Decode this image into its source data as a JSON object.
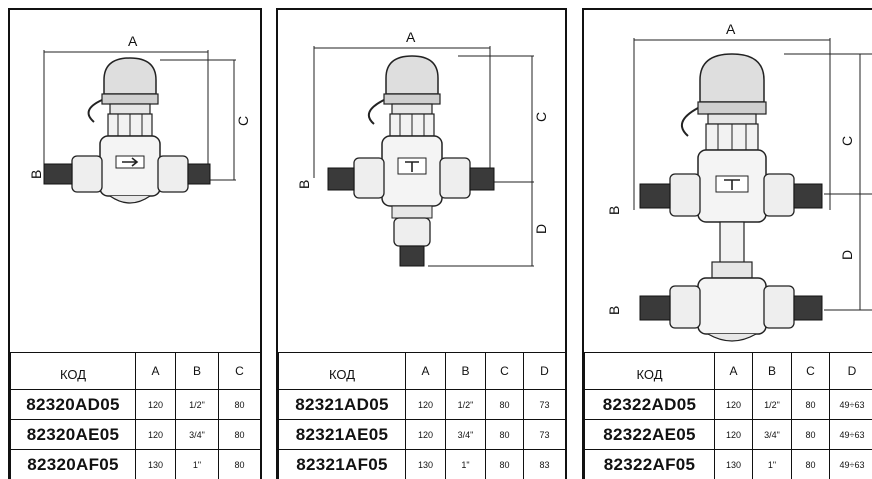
{
  "dimension_letters": {
    "a": "A",
    "b": "B",
    "c": "C",
    "d": "D"
  },
  "panels": [
    {
      "headers": [
        "КОД",
        "A",
        "B",
        "C"
      ],
      "rows": [
        [
          "82320AD05",
          "120",
          "1/2\"",
          "80"
        ],
        [
          "82320AE05",
          "120",
          "3/4\"",
          "80"
        ],
        [
          "82320AF05",
          "130",
          "1\"",
          "80"
        ]
      ]
    },
    {
      "headers": [
        "КОД",
        "A",
        "B",
        "C",
        "D"
      ],
      "rows": [
        [
          "82321AD05",
          "120",
          "1/2\"",
          "80",
          "73"
        ],
        [
          "82321AE05",
          "120",
          "3/4\"",
          "80",
          "73"
        ],
        [
          "82321AF05",
          "130",
          "1\"",
          "80",
          "83"
        ]
      ]
    },
    {
      "headers": [
        "КОД",
        "A",
        "B",
        "C",
        "D"
      ],
      "rows": [
        [
          "82322AD05",
          "120",
          "1/2\"",
          "80",
          "49÷63"
        ],
        [
          "82322AE05",
          "120",
          "3/4\"",
          "80",
          "49÷63"
        ],
        [
          "82322AF05",
          "130",
          "1\"",
          "80",
          "49÷63"
        ]
      ]
    }
  ]
}
